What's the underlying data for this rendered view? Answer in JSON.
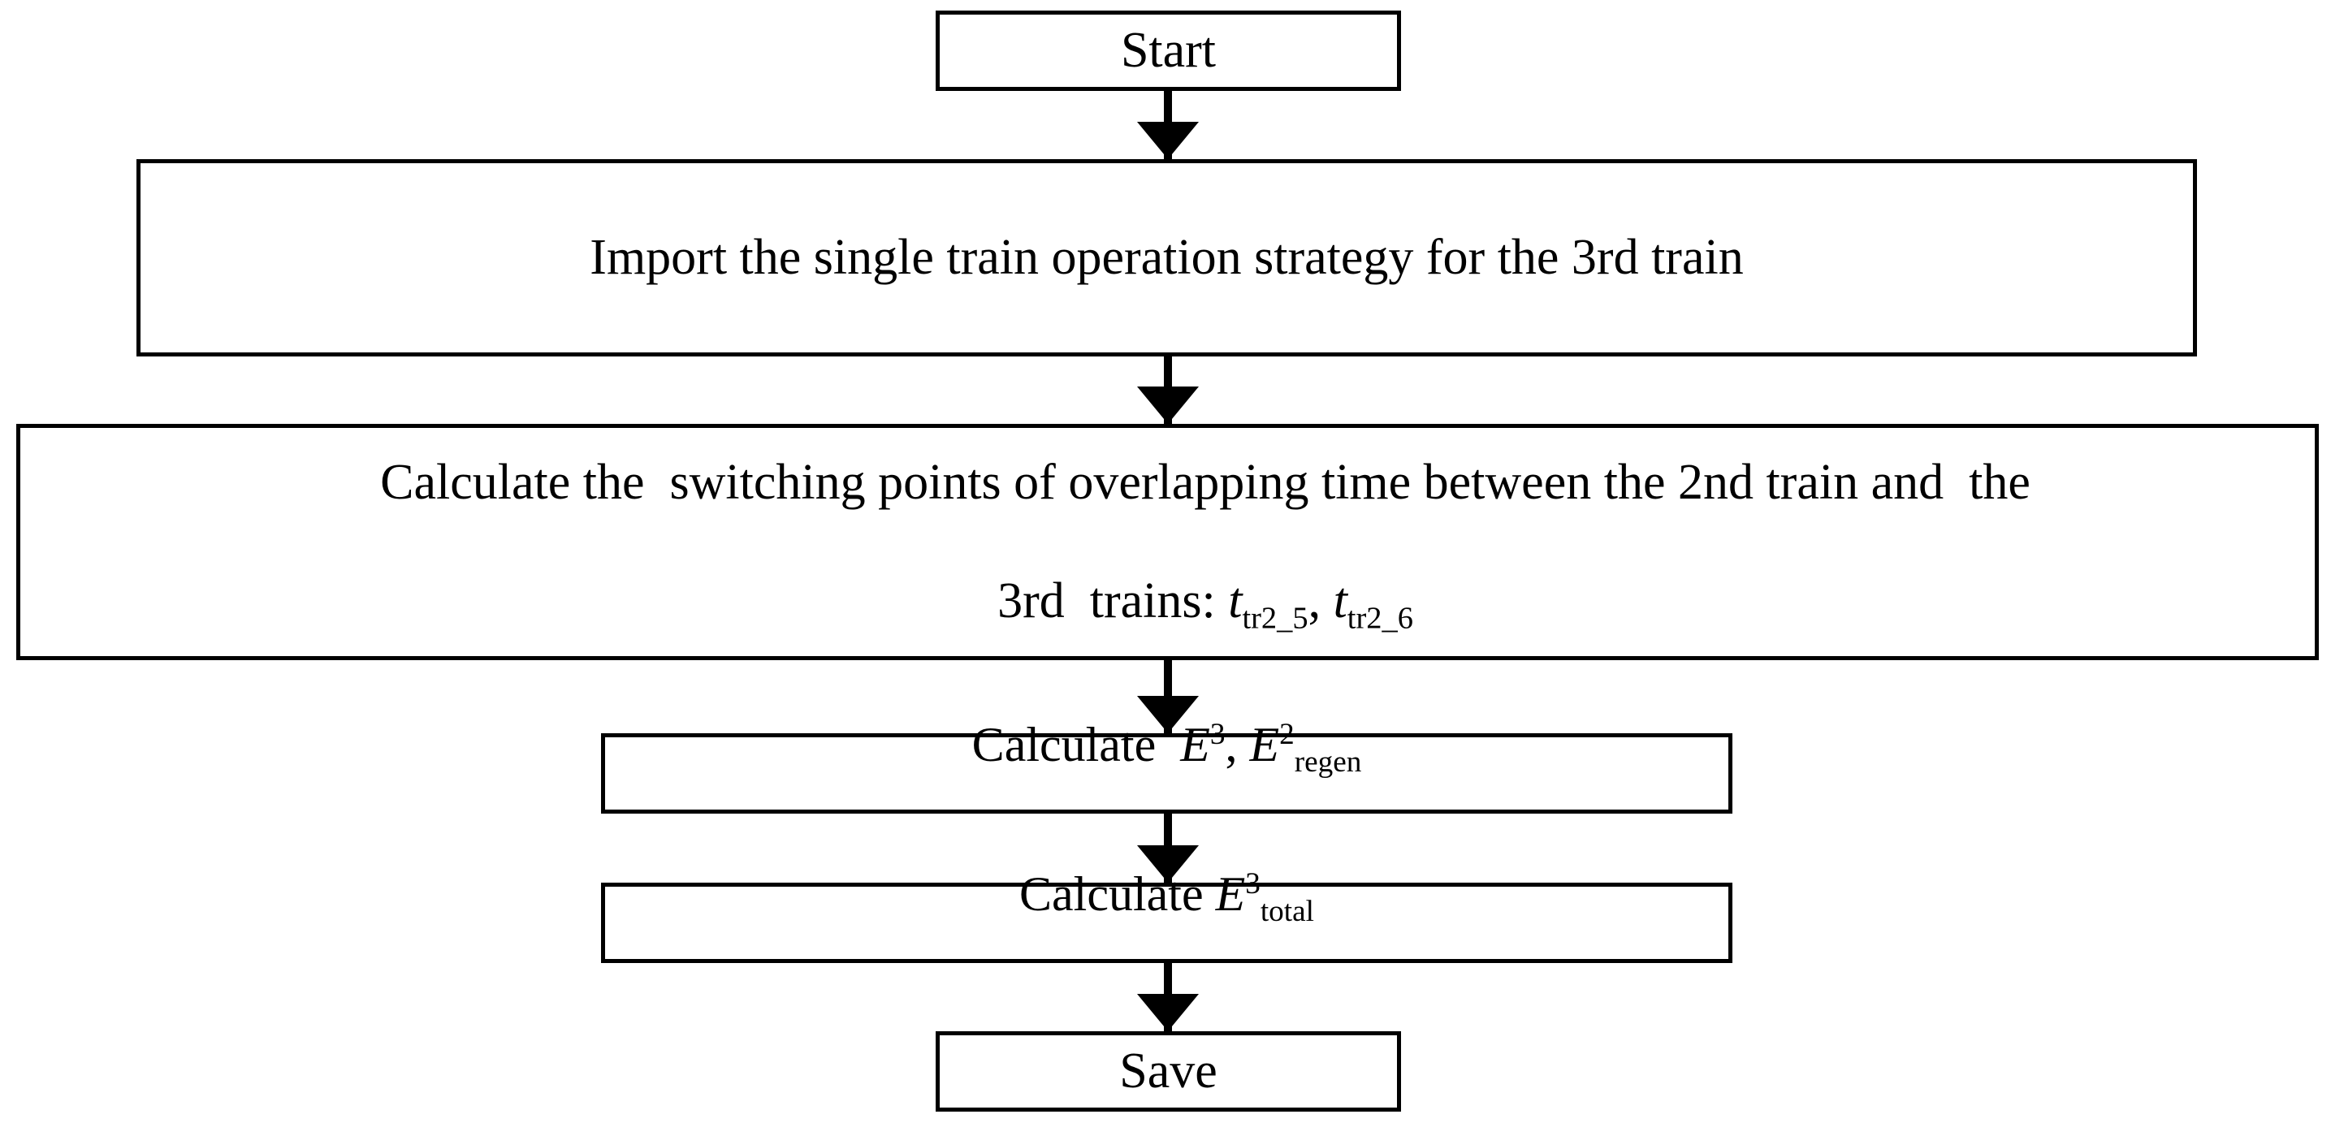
{
  "diagram": {
    "title": "Third train operation strategy flowchart",
    "background_color": "#ffffff",
    "line_color": "#000000",
    "nodes": [
      {
        "id": "start",
        "label": "Start",
        "shape": "rectangle"
      },
      {
        "id": "import",
        "label": "Import the single train operation strategy for the 3rd train",
        "shape": "rectangle"
      },
      {
        "id": "switch_points",
        "line1": "Calculate the  switching points of overlapping time between the 2nd train and  the",
        "line2_prefix": "3rd  trains: ",
        "var1": {
          "base": "t",
          "sub": "tr2_5"
        },
        "separator": ", ",
        "var2": {
          "base": "t",
          "sub": "tr2_6"
        },
        "shape": "rectangle"
      },
      {
        "id": "calc_e3",
        "prefix": "Calculate  ",
        "var1": {
          "base": "E",
          "sup": "3"
        },
        "separator": ", ",
        "var2": {
          "base": "E",
          "sup": "2",
          "sub": "regen"
        },
        "shape": "rectangle"
      },
      {
        "id": "calc_e3_total",
        "prefix": "Calculate ",
        "var1": {
          "base": "E",
          "sup": "3",
          "sub": "total"
        },
        "shape": "rectangle"
      },
      {
        "id": "save",
        "label": "Save",
        "shape": "rectangle"
      }
    ],
    "edges": [
      {
        "id": "e1",
        "from": "start",
        "to": "import",
        "style": "solid-arrow-down"
      },
      {
        "id": "e2",
        "from": "import",
        "to": "switch_points",
        "style": "solid-arrow-down"
      },
      {
        "id": "e3",
        "from": "switch_points",
        "to": "calc_e3",
        "style": "solid-arrow-down"
      },
      {
        "id": "e4",
        "from": "calc_e3",
        "to": "calc_e3_total",
        "style": "solid-arrow-down"
      },
      {
        "id": "e5",
        "from": "calc_e3_total",
        "to": "save",
        "style": "solid-arrow-down"
      }
    ]
  }
}
